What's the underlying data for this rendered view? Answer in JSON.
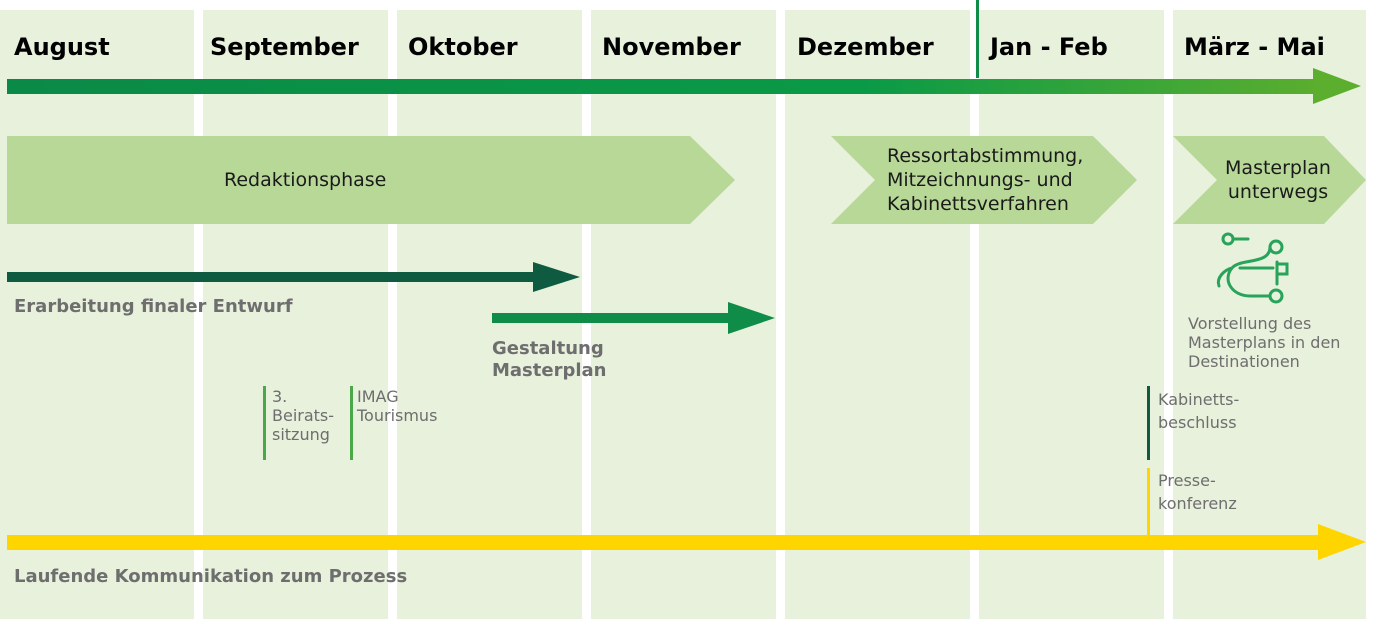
{
  "months": [
    "August",
    "September",
    "Oktober",
    "November",
    "Dezember",
    "Jan - Feb",
    "März - Mai"
  ],
  "phases": {
    "redaktion": "Redaktionsphase",
    "ressort_lines": [
      "Ressortabstimmung,",
      "Mitzeichnungs- und",
      "Kabinettsverfahren"
    ],
    "masterplan_lines": [
      "Masterplan",
      "unterwegs"
    ]
  },
  "arrows": {
    "entwurf": "Erarbeitung finaler Entwurf",
    "gestaltung_lines": [
      "Gestaltung",
      "Masterplan"
    ],
    "kommunikation": "Laufende Kommunikation zum Prozess"
  },
  "milestones": {
    "beirat_lines": [
      "3.",
      "Beirats-",
      "sitzung"
    ],
    "imag_lines": [
      "IMAG",
      "Tourismus"
    ],
    "kabinett_lines": [
      "Kabinetts-",
      "beschluss"
    ],
    "presse_lines": [
      "Presse-",
      "konferenz"
    ],
    "vorstellung_lines": [
      "Vorstellung des",
      "Masterplans in den",
      "Destinationen"
    ]
  },
  "icons": {
    "route": "route-icon"
  },
  "colors": {
    "column_bg": "#e8f1dc",
    "timeline_green_start": "#0a8a47",
    "timeline_green_end": "#5cae2e",
    "phase_fill": "#b8d898",
    "phase_fill_light": "#bcdca0",
    "dark_green": "#0f5b42",
    "mid_green": "#0e8c48",
    "yellow": "#ffd500",
    "icon_green": "#27a45a",
    "gray_text": "#6e6e6e"
  }
}
